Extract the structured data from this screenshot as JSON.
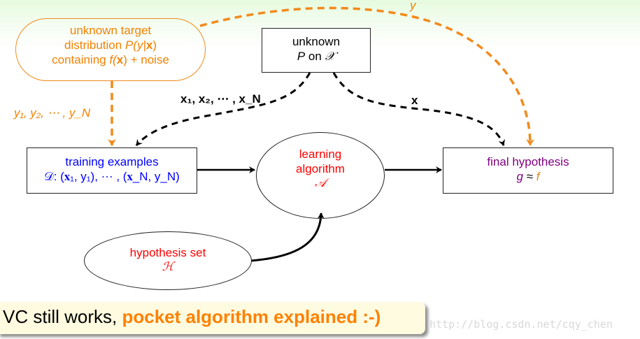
{
  "nodes": {
    "target": {
      "line1": "unknown target",
      "line2_prefix": "distribution ",
      "line2_math": "P(y|",
      "line2_bold": "x",
      "line2_close": ")",
      "line3_prefix": "containing ",
      "line3_f": "f(",
      "line3_bold": "x",
      "line3_suffix": ") + noise"
    },
    "input_dist": {
      "line1": "unknown",
      "line2_p": "P",
      "line2_on": " on ",
      "line2_space": "𝒳"
    },
    "training": {
      "line1": "training examples",
      "line2": "𝒟: (𝐱₁, y₁), ⋯ , (𝐱_N, y_N)"
    },
    "learning": {
      "line1": "learning",
      "line2": "algorithm",
      "line3": "𝒜"
    },
    "final": {
      "line1": "final hypothesis",
      "g": "g",
      "approx": " ≈ ",
      "f": "f"
    },
    "hypothesis_set": {
      "line1": "hypothesis set",
      "line2": "ℋ"
    }
  },
  "edge_labels": {
    "y": "y",
    "ys": "y₁, y₂, ⋯ , y_N",
    "xs": "x₁, x₂, ⋯ , x_N",
    "x": "x"
  },
  "callout": {
    "plain": "VC still works, ",
    "emphasis": "pocket algorithm explained :-)"
  },
  "watermark": "http://blog.csdn.net/cqy_chen",
  "colors": {
    "orange": "#f28100",
    "blue": "#0000ff",
    "red": "#ff0000",
    "purple": "#800080"
  }
}
